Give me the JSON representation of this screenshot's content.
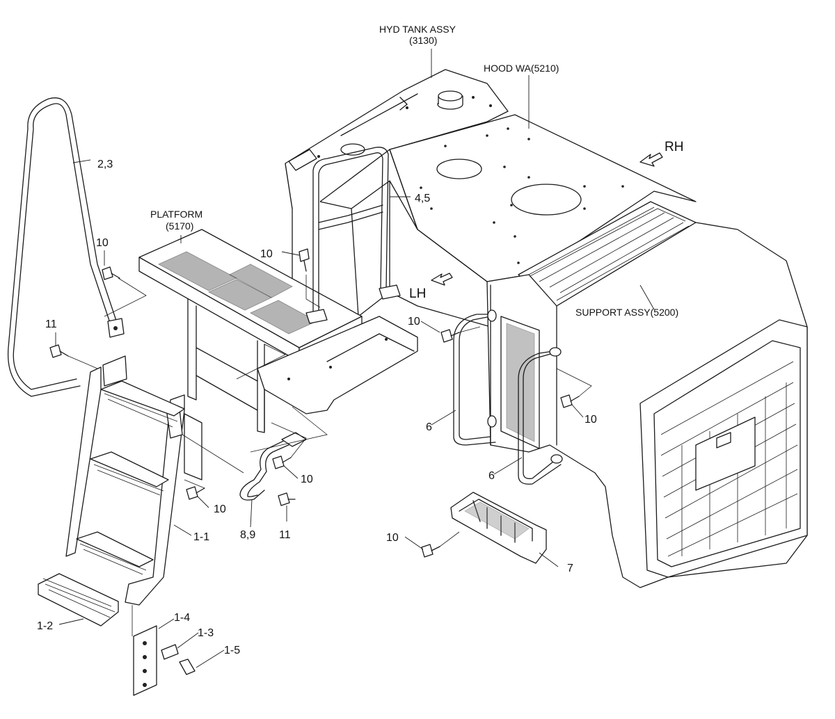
{
  "labels": {
    "hyd_tank_line1": "HYD TANK ASSY",
    "hyd_tank_line2": "(3130)",
    "hood": "HOOD WA(5210)",
    "rh": "RH",
    "lh": "LH",
    "platform_line1": "PLATFORM",
    "platform_line2": "(5170)",
    "support": "SUPPORT ASSY(5200)"
  },
  "callouts": {
    "c_2_3": "2,3",
    "c_4_5": "4,5",
    "c_10_a": "10",
    "c_10_b": "10",
    "c_10_c": "10",
    "c_10_d": "10",
    "c_10_e": "10",
    "c_10_f": "10",
    "c_10_g": "10",
    "c_11_a": "11",
    "c_11_b": "11",
    "c_6_a": "6",
    "c_6_b": "6",
    "c_7": "7",
    "c_8_9": "8,9",
    "c_1_1": "1-1",
    "c_1_2": "1-2",
    "c_1_3": "1-3",
    "c_1_4": "1-4",
    "c_1_5": "1-5"
  }
}
